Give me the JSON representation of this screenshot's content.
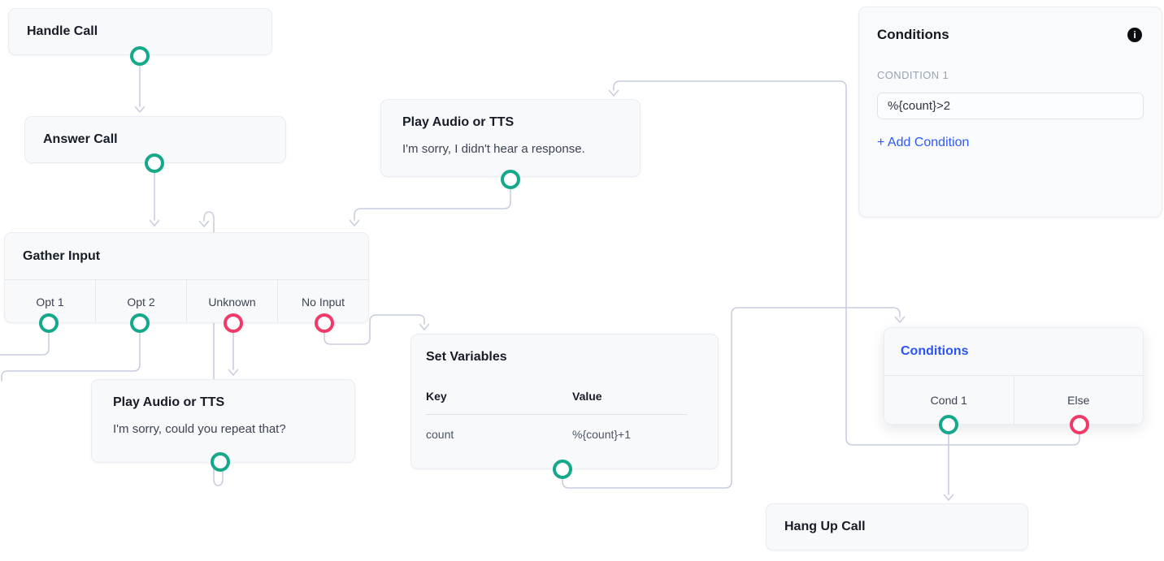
{
  "colors": {
    "accent_green": "#15a88a",
    "accent_pink": "#f23a68",
    "accent_blue": "#2b54f0",
    "edge_gray": "#c9cede",
    "node_bg": "#f7f9fb"
  },
  "nodes": {
    "handle_call": {
      "title": "Handle Call"
    },
    "answer_call": {
      "title": "Answer Call"
    },
    "play_tts_no_response": {
      "title": "Play Audio or TTS",
      "body": "I'm sorry, I didn't hear a response."
    },
    "gather_input": {
      "title": "Gather Input",
      "outputs": [
        "Opt 1",
        "Opt 2",
        "Unknown",
        "No Input"
      ]
    },
    "play_tts_repeat": {
      "title": "Play Audio or TTS",
      "body": "I'm sorry, could you repeat that?"
    },
    "set_variables": {
      "title": "Set Variables",
      "key_header": "Key",
      "value_header": "Value",
      "rows": [
        {
          "key": "count",
          "value": "%{count}+1"
        }
      ]
    },
    "conditions_node": {
      "title": "Conditions",
      "outputs": [
        "Cond 1",
        "Else"
      ]
    },
    "hang_up_call": {
      "title": "Hang Up Call"
    }
  },
  "panel": {
    "title": "Conditions",
    "info_icon": "i",
    "condition_label": "CONDITION 1",
    "condition_value": "%{count}>2",
    "add_condition": "+ Add Condition"
  }
}
